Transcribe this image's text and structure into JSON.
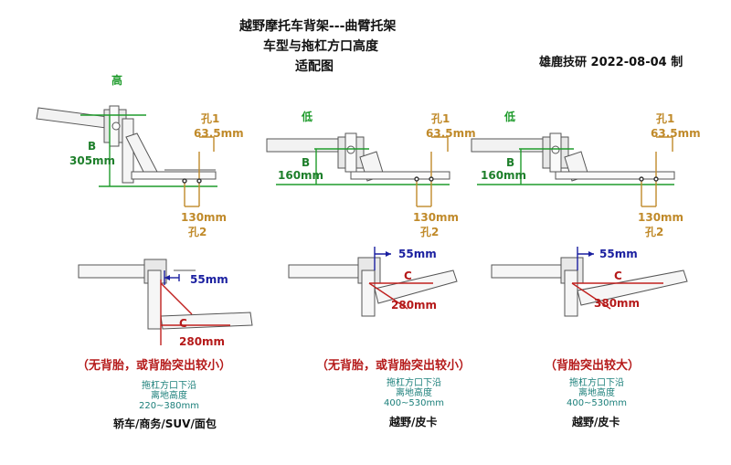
{
  "header": {
    "title_line1": "越野摩托车背架---曲臂托架",
    "title_line2": "车型与拖杠方口高度",
    "title_line3": "适配图",
    "credit": "雄鹿技研  2022-08-04  制"
  },
  "colors": {
    "green": "#1e9b2b",
    "orange": "#c08a2a",
    "blue": "#1a1fa0",
    "red": "#c0201e",
    "teal": "#1b7f7a",
    "steel": "#555555"
  },
  "panels": [
    {
      "height_label": "高",
      "dim_b": "B",
      "dim_b_value": "305mm",
      "side_dims": null,
      "top_offset": "55mm",
      "arm_label": "C",
      "arm_length": "280mm",
      "caption": "（无背胎，或背胎突出较小）",
      "hitch_line1": "拖杠方口下沿",
      "hitch_line2": "离地高度",
      "hitch_range": "220~380mm",
      "vehicle": "轿车/商务/SUV/面包"
    },
    {
      "height_label": "低",
      "dim_b": "B",
      "dim_b_value": "160mm",
      "hole1": "孔1",
      "hole1_dim": "63.5mm",
      "hole2_dim": "130mm",
      "hole2": "孔2",
      "top_offset": "55mm",
      "arm_label": "C",
      "arm_length": "280mm",
      "caption": "（无背胎，或背胎突出较小）",
      "hitch_line1": "拖杠方口下沿",
      "hitch_line2": "离地高度",
      "hitch_range": "400~530mm",
      "vehicle": "越野/皮卡"
    },
    {
      "height_label": "低",
      "dim_b": "B",
      "dim_b_value": "160mm",
      "hole1": "孔1",
      "hole1_dim": "63.5mm",
      "hole2_dim": "130mm",
      "hole2": "孔2",
      "top_offset": "55mm",
      "arm_label": "C",
      "arm_length": "380mm",
      "caption": "（背胎突出较大）",
      "hitch_line1": "拖杠方口下沿",
      "hitch_line2": "离地高度",
      "hitch_range": "400~530mm",
      "vehicle": "越野/皮卡"
    }
  ],
  "panel1_holes": {
    "hole1": "孔1",
    "hole1_dim": "63.5mm",
    "hole2_dim": "130mm",
    "hole2": "孔2"
  }
}
